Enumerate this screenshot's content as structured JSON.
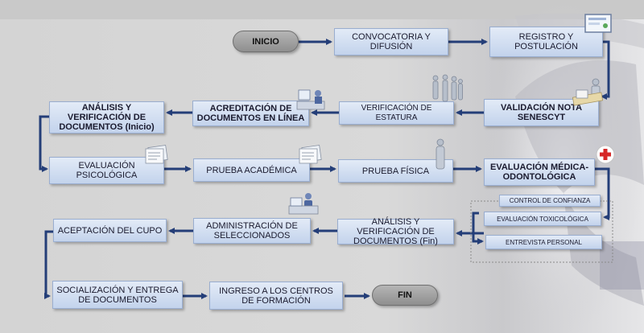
{
  "start": "INICIO",
  "end": "FIN",
  "steps": {
    "convocatoria": "CONVOCATORIA Y DIFUSIÓN",
    "registro": "REGISTRO Y POSTULACIÓN",
    "validacion": "VALIDACIÓN NOTA SENESCYT",
    "estatura": "VERIFICACIÓN DE ESTATURA",
    "acreditacion": "ACREDITACIÓN DE DOCUMENTOS EN LÍNEA",
    "analisis_inicio": "ANÁLISIS Y VERIFICACIÓN DE DOCUMENTOS (Inicio)",
    "psicologica": "EVALUACIÓN PSICOLÓGICA",
    "academica": "PRUEBA ACADÉMICA",
    "fisica": "PRUEBA FÍSICA",
    "medica": "EVALUACIÓN MÉDICA-ODONTOLÓGICA",
    "control": "CONTROL DE CONFIANZA",
    "toxicologica": "EVALUACIÓN TOXICOLÓGICA",
    "entrevista": "ENTREVISTA PERSONAL",
    "analisis_fin": "ANÁLISIS Y VERIFICACIÓN DE DOCUMENTOS (Fin)",
    "administracion": "ADMINISTRACIÓN DE SELECCIONADOS",
    "aceptacion": "ACEPTACIÓN DEL CUPO",
    "socializacion": "SOCIALIZACIÓN Y ENTREGA DE DOCUMENTOS",
    "ingreso": "INGRESO A LOS CENTROS DE FORMACIÓN"
  },
  "colors": {
    "arrow": "#243e78",
    "box_top": "#e3ebf7",
    "box_bottom": "#c3d3ec",
    "pill": "#a3a3a3",
    "accent_red": "#d62828"
  },
  "icons": [
    "computer-screen-icon",
    "people-group-icon",
    "workstation-icon",
    "documents-icon",
    "person-icon",
    "medical-kit-icon",
    "desk-worker-icon"
  ]
}
